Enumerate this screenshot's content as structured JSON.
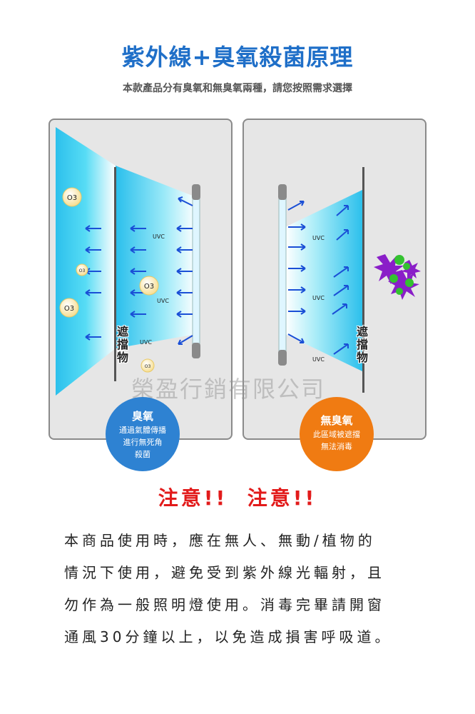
{
  "header": {
    "title": "紫外線+臭氧殺菌原理",
    "subtitle": "本款產品分有臭氧和無臭氧兩種，請您按照需求選擇"
  },
  "left_panel": {
    "o3_label": "O3",
    "uvc_label": "UVC",
    "blocker_label": "遮擋物"
  },
  "right_panel": {
    "uvc_label": "UVC",
    "blocker_label": "遮擋物"
  },
  "badges": {
    "ozone": {
      "title": "臭氧",
      "lines": [
        "通過氣體傳播",
        "進行無死角",
        "殺菌"
      ]
    },
    "no_ozone": {
      "title": "無臭氧",
      "lines": [
        "此區域被遮擋",
        "無法消毒"
      ]
    }
  },
  "watermark": "榮盈行銷有限公司",
  "caution": "注意!!  注意!!",
  "notice": {
    "lines": [
      "本商品使用時，應在無人、無動/植物的",
      "情況下使用，避免受到紫外線光輻射，且",
      "勿作為一般照明燈使用。消毒完畢請開窗",
      "通風30分鐘以上，以免造成損害呼吸道。"
    ]
  },
  "colors": {
    "title_blue": "#1f6fc8",
    "arrow_blue": "#1a4fd6",
    "badge_blue": "#2e82d2",
    "badge_orange": "#f07b12",
    "caution_red": "#e21b1b",
    "germ_purple": "#8a1ec8",
    "germ_green": "#34c230"
  }
}
